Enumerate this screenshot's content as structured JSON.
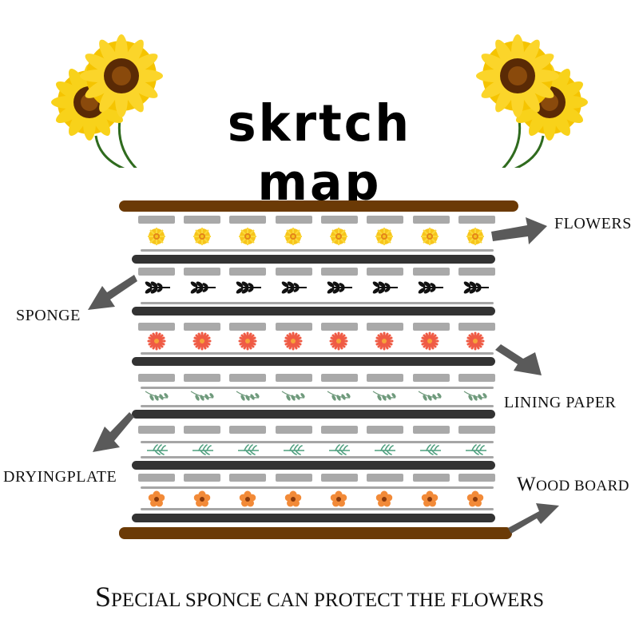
{
  "title": "skrtch map",
  "labels": {
    "flowers": "FLOWERS",
    "sponge": "SPONGE",
    "lining_paper": "LINING PAPER",
    "drying_plate": "DRYINGPLATE",
    "wood_board_first": "W",
    "wood_board_rest": "OOD BOARD"
  },
  "caption": {
    "first_letter": "S",
    "rest": "PECIAL SPONCE CAN PROTECT THE FLOWERS"
  },
  "colors": {
    "wood": "#6b3a06",
    "drying_plate": "#333333",
    "sponge": "#a9a9a9",
    "lining_paper": "#a6a6a6",
    "arrow": "#5a5a5a",
    "sunflower_petal": "#f7c51b",
    "sunflower_center": "#6b3a06"
  },
  "layers": [
    {
      "name": "wood-board-top",
      "type": "wood"
    },
    {
      "name": "flowers-row-1",
      "type": "flowers",
      "icon": "yellow-daisy",
      "count": 8
    },
    {
      "name": "flowers-row-2",
      "type": "flowers",
      "icon": "black-leaf-sprig",
      "count": 8
    },
    {
      "name": "flowers-row-3",
      "type": "flowers",
      "icon": "red-daisy",
      "count": 8
    },
    {
      "name": "flowers-row-4",
      "type": "flowers",
      "icon": "green-leaf-sprig",
      "count": 8
    },
    {
      "name": "flowers-row-5",
      "type": "flowers",
      "icon": "teal-fern",
      "count": 8
    },
    {
      "name": "flowers-row-6",
      "type": "flowers",
      "icon": "orange-five-petal-flower",
      "count": 8
    },
    {
      "name": "wood-board-bottom",
      "type": "wood"
    }
  ]
}
